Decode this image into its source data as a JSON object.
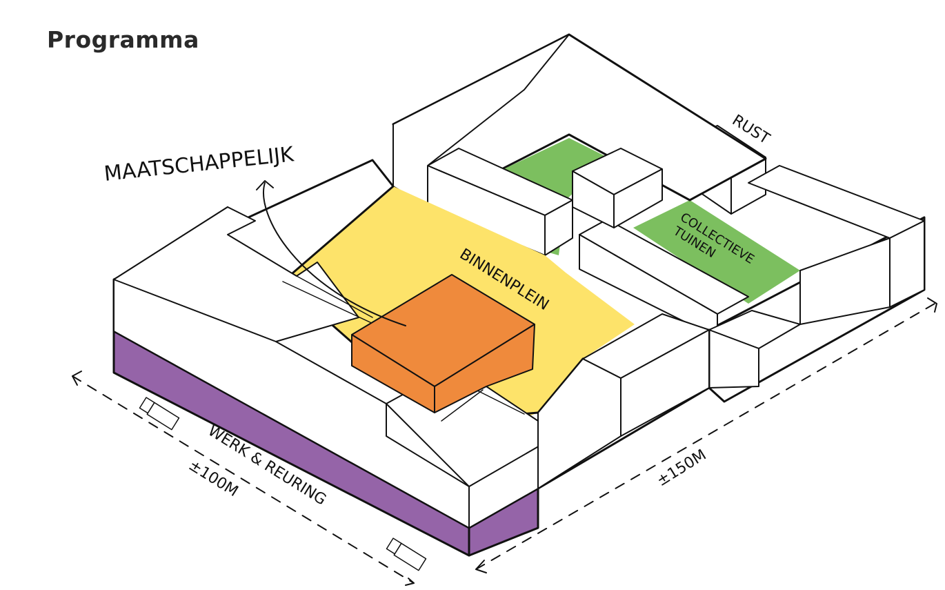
{
  "title": "Programma",
  "labels": {
    "maatschappelijk": "MAATSCHAPPELIJK",
    "rust": "RUST",
    "collectieve_line1": "COLLECTIEVE",
    "collectieve_line2": "TUINEN",
    "binnenplein": "BINNENPLEIN",
    "werk": "WERK & REURING",
    "dim_100": "±100M",
    "dim_150": "±150M"
  },
  "colors": {
    "outline": "#111111",
    "building": "#ffffff",
    "binnenplein": "#fde36a",
    "maatschappelijk": "#ef8a3c",
    "collectieve_tuinen": "#7cbf5f",
    "werk_reuring": "#9564a8"
  },
  "icons": [
    "truck-icon",
    "truck-icon"
  ]
}
